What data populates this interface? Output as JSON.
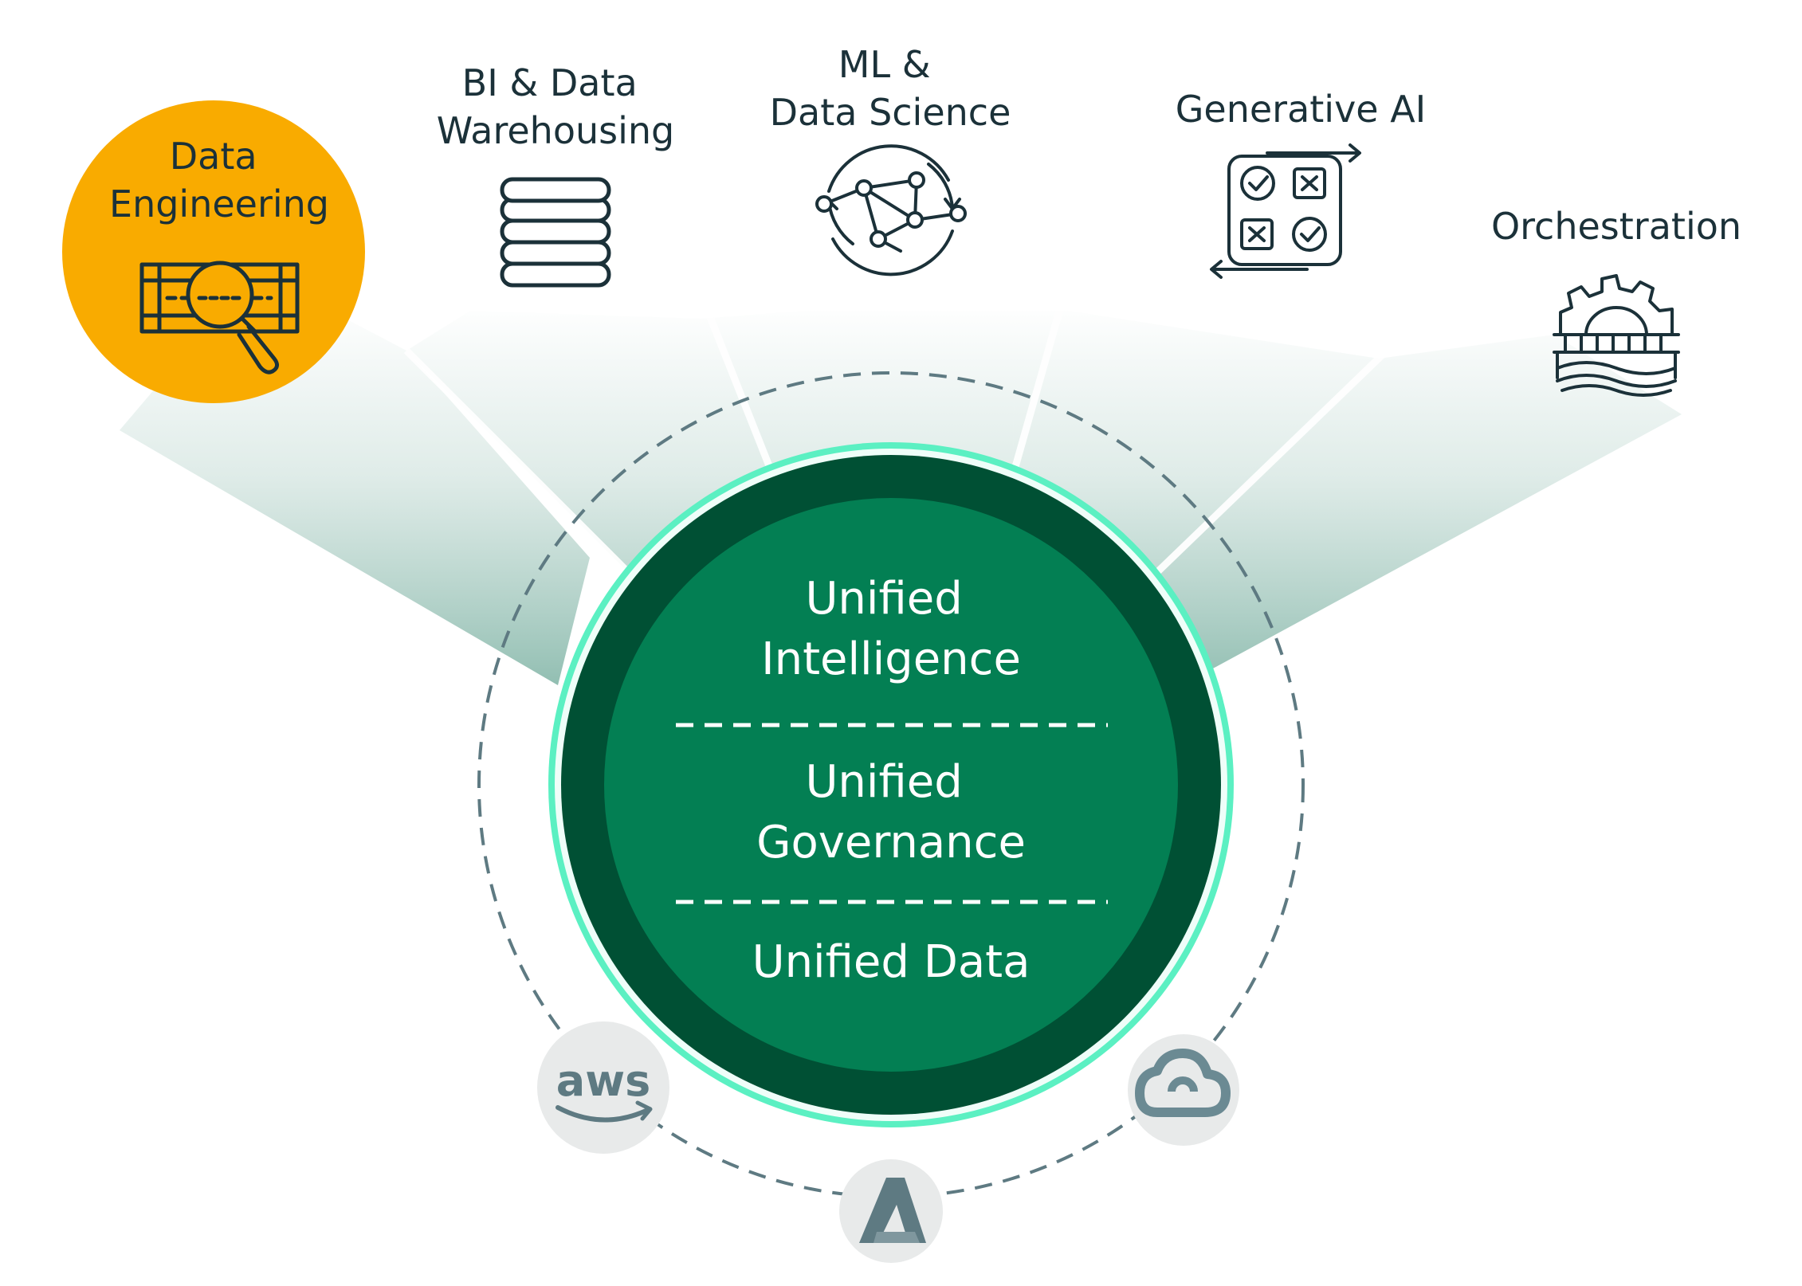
{
  "workloads": [
    {
      "id": "data-engineering",
      "line1": "Data",
      "line2": "Engineering",
      "icon": "data-pipeline-magnifier-icon",
      "highlighted": true
    },
    {
      "id": "bi-data-warehousing",
      "line1": "BI & Data",
      "line2": "Warehousing",
      "icon": "database-stack-icon",
      "highlighted": false
    },
    {
      "id": "ml-data-science",
      "line1": "ML &",
      "line2": "Data Science",
      "icon": "network-graph-cycle-icon",
      "highlighted": false
    },
    {
      "id": "generative-ai",
      "line1": "Generative AI",
      "line2": "",
      "icon": "check-cross-grid-icon",
      "highlighted": false
    },
    {
      "id": "orchestration",
      "line1": "Orchestration",
      "line2": "",
      "icon": "gear-bridge-icon",
      "highlighted": false
    }
  ],
  "core": {
    "layer1_line1": "Unified",
    "layer1_line2": "Intelligence",
    "layer2_line1": "Unified",
    "layer2_line2": "Governance",
    "layer3": "Unified Data"
  },
  "clouds": {
    "aws_text": "aws",
    "aws_icon": "aws-logo-icon",
    "azure_icon": "azure-logo-icon",
    "gcp_icon": "google-cloud-logo-icon"
  },
  "colors": {
    "highlight_circle": "#F9AB00",
    "core_outer": "#005034",
    "core_inner": "#037F53",
    "core_ring": "#5BF0C2",
    "text_dark": "#1B3139",
    "orbit_dash": "#5E7A82",
    "cloud_badge": "#E8EAEA",
    "cloud_logo": "#6B8A93"
  }
}
